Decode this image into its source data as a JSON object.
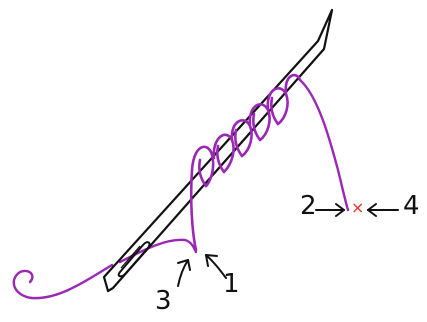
{
  "labels": {
    "one": "1",
    "two": "2",
    "three": "3",
    "four": "4"
  },
  "mark": {
    "glyph": "×",
    "color": "#e8332b"
  },
  "colors": {
    "thread": "#9b27b7",
    "ink": "#111111"
  }
}
